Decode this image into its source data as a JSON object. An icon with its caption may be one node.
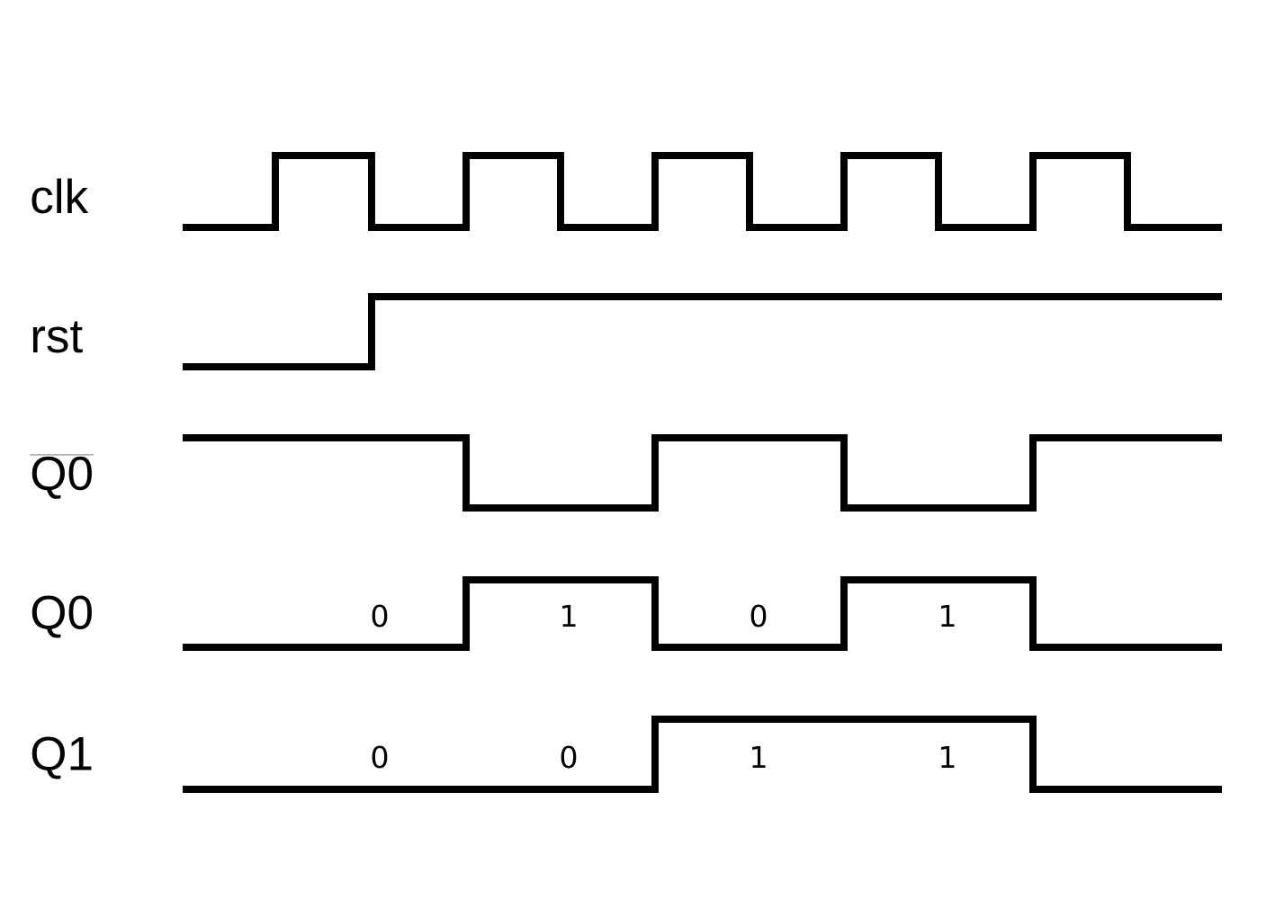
{
  "diagram": {
    "labels": [
      "clk",
      "rst",
      "Q0",
      "Q0",
      "0",
      "1",
      "0",
      "1",
      "Q1",
      "0",
      "0",
      "1",
      "1"
    ]
  }
}
